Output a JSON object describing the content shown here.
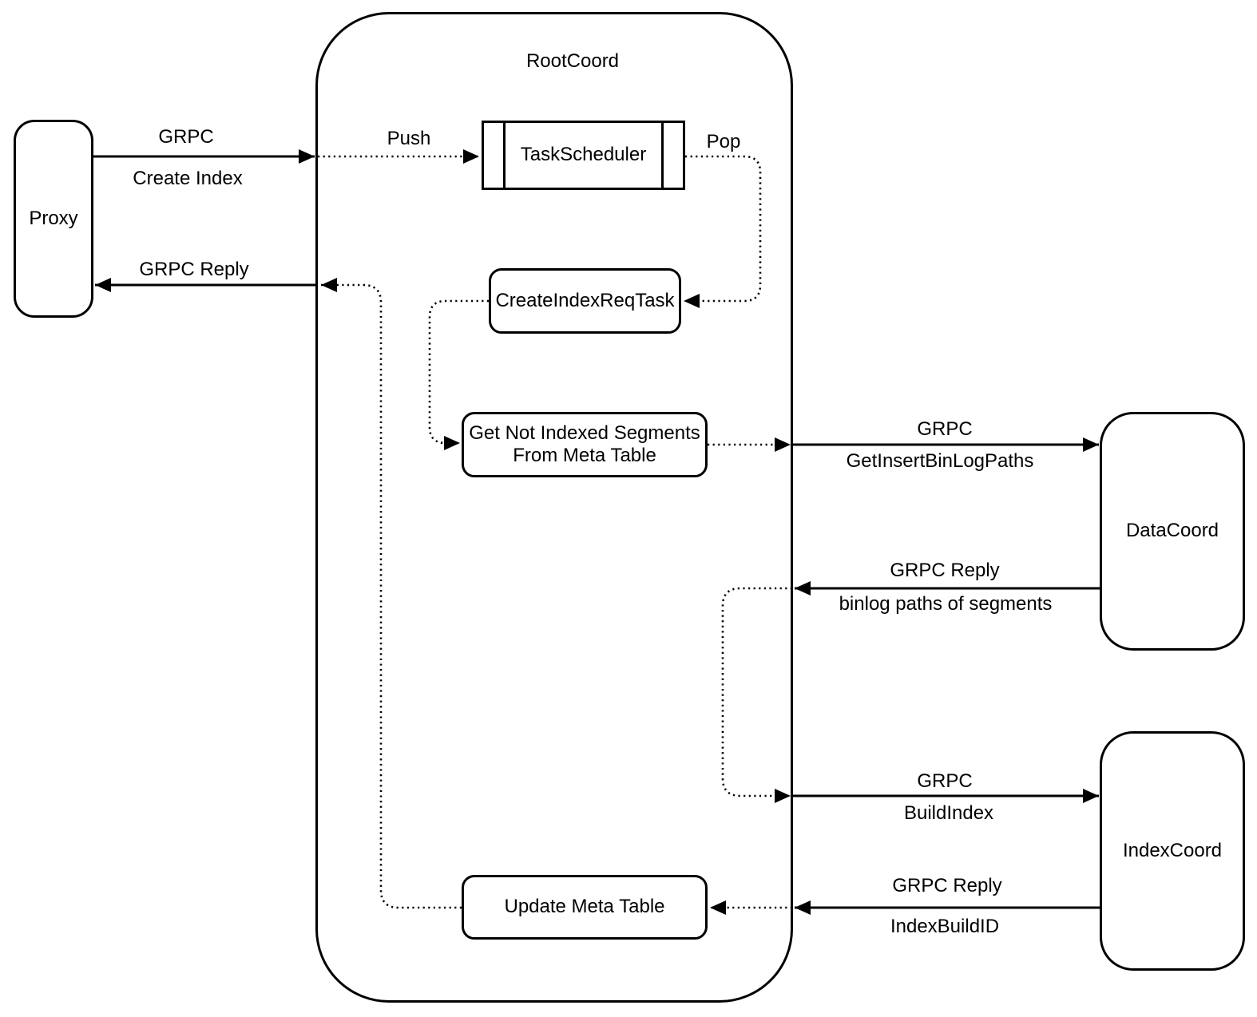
{
  "colors": {
    "stroke": "#000000",
    "background": "#ffffff"
  },
  "nodes": {
    "proxy": {
      "label": "Proxy"
    },
    "rootcoord": {
      "label": "RootCoord"
    },
    "taskscheduler": {
      "label": "TaskScheduler"
    },
    "create_index_req_task": {
      "label": "CreateIndexReqTask"
    },
    "get_not_indexed_segments": {
      "label": "Get Not Indexed Segments From Meta Table"
    },
    "update_meta_table": {
      "label": "Update Meta Table"
    },
    "datacoord": {
      "label": "DataCoord"
    },
    "indexcoord": {
      "label": "IndexCoord"
    }
  },
  "edges": {
    "create_index": {
      "protocol": "GRPC",
      "method": "Create Index"
    },
    "proxy_reply": {
      "protocol": "GRPC Reply"
    },
    "push": {
      "label": "Push"
    },
    "pop": {
      "label": "Pop"
    },
    "get_insert_binlog_paths": {
      "protocol": "GRPC",
      "method": "GetInsertBinLogPaths"
    },
    "binlog_reply": {
      "protocol": "GRPC Reply",
      "payload": "binlog paths of segments"
    },
    "build_index": {
      "protocol": "GRPC",
      "method": "BuildIndex"
    },
    "index_build_reply": {
      "protocol": "GRPC Reply",
      "payload": "IndexBuildID"
    }
  }
}
